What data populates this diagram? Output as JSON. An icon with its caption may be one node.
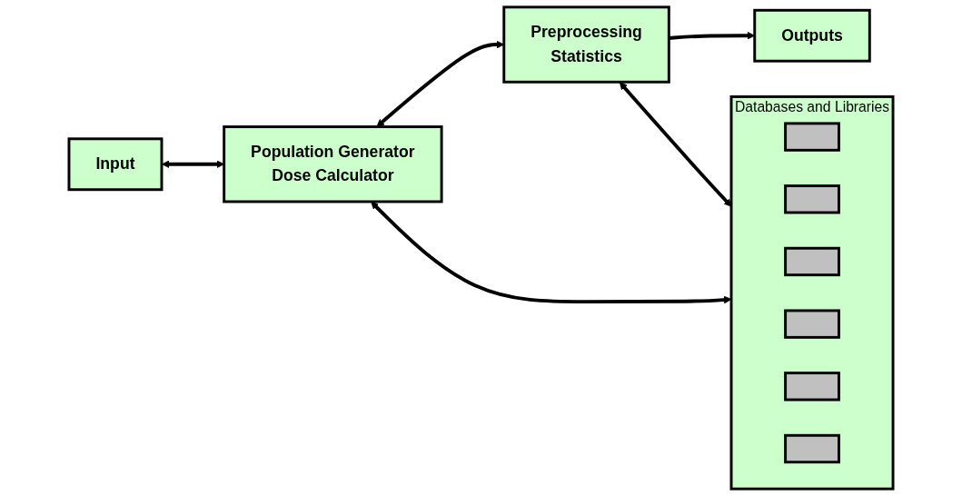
{
  "diagram": {
    "nodes": [
      {
        "text": [
          "Input"
        ]
      },
      {
        "text": [
          "Population Generator",
          "Dose Calculator"
        ]
      },
      {
        "text": [
          "Preprocessing",
          "Statistics"
        ]
      },
      {
        "text": [
          "Outputs"
        ]
      },
      {
        "text": [
          "Databases and Libraries"
        ]
      },
      {
        "text": [],
        "shape": "box",
        "in": 4
      },
      {
        "text": [],
        "shape": "box",
        "in": 4
      },
      {
        "text": [],
        "shape": "box",
        "in": 4
      },
      {
        "text": [],
        "shape": "box",
        "in": 4
      },
      {
        "text": [],
        "shape": "box",
        "in": 4
      },
      {
        "text": [],
        "shape": "box",
        "in": 4
      }
    ],
    "edges": [
      {
        "from": 0,
        "to": 1,
        "arrow": "both"
      },
      {
        "from": 1,
        "to": 2,
        "arrow": "both"
      },
      {
        "from": 2,
        "to": 3,
        "arrow": "to"
      },
      {
        "from": 1,
        "to": 4,
        "arrow": "both"
      },
      {
        "from": 2,
        "to": 4,
        "arrow": "both"
      }
    ]
  }
}
